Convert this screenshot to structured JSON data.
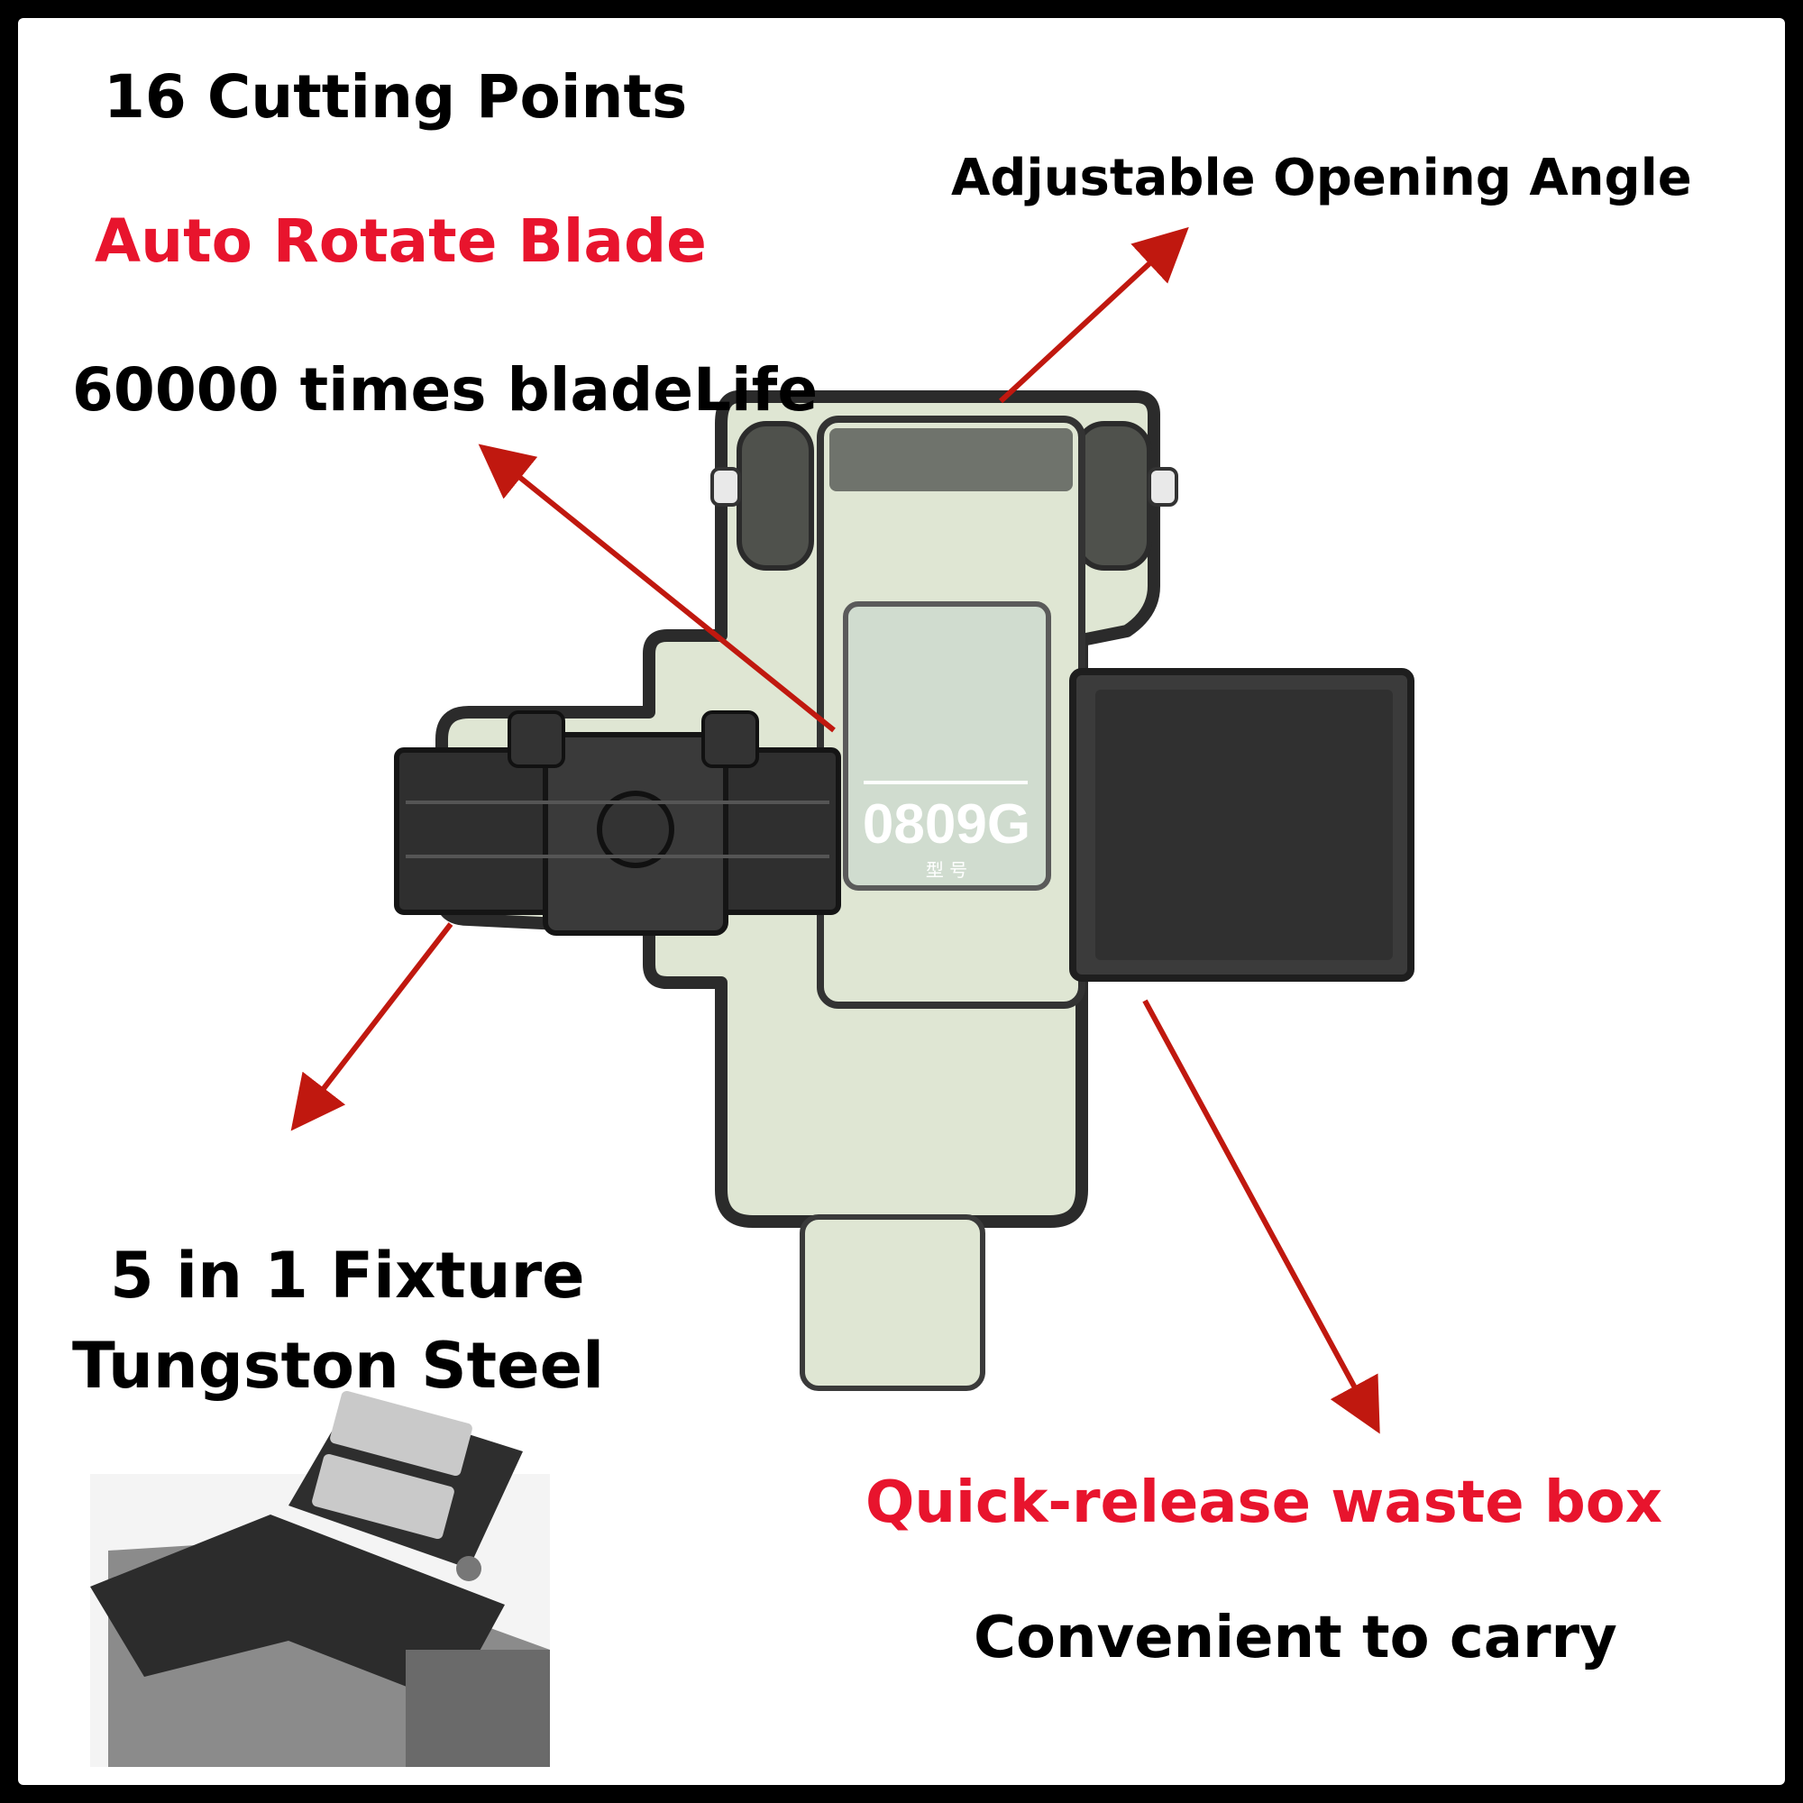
{
  "features": {
    "cutting_points": "16 Cutting Points",
    "auto_rotate": "Auto Rotate Blade",
    "blade_life": "60000 times bladeLife",
    "opening_angle": "Adjustable Opening Angle",
    "fixture": "5 in 1 Fixture",
    "tungsten": "Tungston Steel",
    "waste_box": "Quick-release waste box",
    "carry": "Convenient to carry"
  },
  "product": {
    "model": "0809G",
    "model_caption": "型 号"
  },
  "colors": {
    "arrow": "#c0180f",
    "body": "#dfe6d3",
    "frame": "#2b2b2b",
    "highlight_text": "#e8142d"
  }
}
